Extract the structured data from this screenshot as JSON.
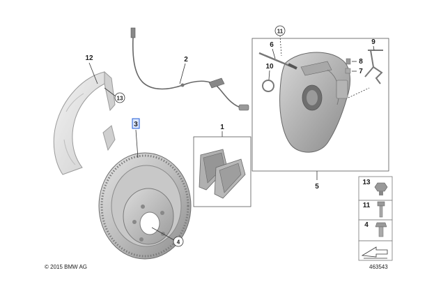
{
  "callouts": {
    "c1": "1",
    "c2": "2",
    "c3": "3",
    "c4": "4",
    "c5": "5",
    "c6": "6",
    "c7": "7",
    "c8": "8",
    "c9": "9",
    "c10": "10",
    "c11": "11",
    "c12": "12",
    "c13": "13"
  },
  "legend": {
    "n13": "13",
    "n11": "11",
    "n4": "4"
  },
  "footer": {
    "copyright": "© 2015 BMW AG",
    "diagram_id": "463543"
  },
  "highlight": {
    "selected_callout": "3",
    "color": "#1f5bd6"
  }
}
